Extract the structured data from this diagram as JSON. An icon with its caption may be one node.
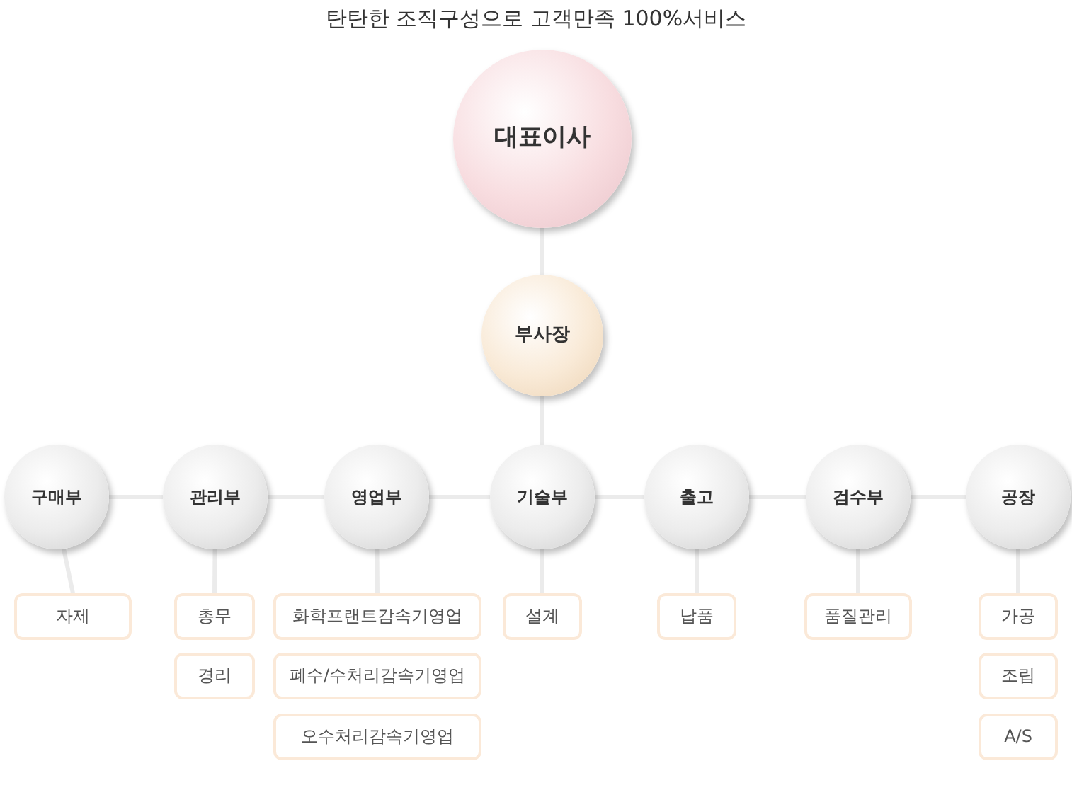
{
  "diagram": {
    "title": "탄탄한 조직구성으로 고객만족 100%서비스",
    "nodes": [
      {
        "text": [
          "대표이사"
        ]
      },
      {
        "text": [
          "부사장"
        ]
      },
      {
        "text": [
          "구매부"
        ]
      },
      {
        "text": [
          "관리부"
        ]
      },
      {
        "text": [
          "영업부"
        ]
      },
      {
        "text": [
          "기술부"
        ]
      },
      {
        "text": [
          "출고"
        ]
      },
      {
        "text": [
          "검수부"
        ]
      },
      {
        "text": [
          "공장"
        ]
      },
      {
        "text": [
          "자제"
        ]
      },
      {
        "text": [
          "총무"
        ]
      },
      {
        "text": [
          "경리"
        ]
      },
      {
        "text": [
          "화학프랜트감속기영업"
        ]
      },
      {
        "text": [
          "폐수/수처리감속기영업"
        ]
      },
      {
        "text": [
          "오수처리감속기영업"
        ]
      },
      {
        "text": [
          "설계"
        ]
      },
      {
        "text": [
          "납품"
        ]
      },
      {
        "text": [
          "품질관리"
        ]
      },
      {
        "text": [
          "가공"
        ]
      },
      {
        "text": [
          "조립"
        ]
      },
      {
        "text": [
          "A/S"
        ]
      }
    ],
    "edges": [
      {
        "from": 0,
        "to": 1,
        "arrow": "none"
      },
      {
        "from": 1,
        "to": 5,
        "arrow": "none"
      },
      {
        "from": 2,
        "to": 3,
        "arrow": "none"
      },
      {
        "from": 3,
        "to": 4,
        "arrow": "none"
      },
      {
        "from": 4,
        "to": 5,
        "arrow": "none"
      },
      {
        "from": 5,
        "to": 6,
        "arrow": "none"
      },
      {
        "from": 6,
        "to": 7,
        "arrow": "none"
      },
      {
        "from": 7,
        "to": 8,
        "arrow": "none"
      },
      {
        "from": 2,
        "to": 9,
        "arrow": "none"
      },
      {
        "from": 3,
        "to": 10,
        "arrow": "none"
      },
      {
        "from": 4,
        "to": 12,
        "arrow": "none"
      },
      {
        "from": 5,
        "to": 15,
        "arrow": "none"
      },
      {
        "from": 6,
        "to": 16,
        "arrow": "none"
      },
      {
        "from": 7,
        "to": 17,
        "arrow": "none"
      },
      {
        "from": 8,
        "to": 18,
        "arrow": "none"
      }
    ]
  }
}
